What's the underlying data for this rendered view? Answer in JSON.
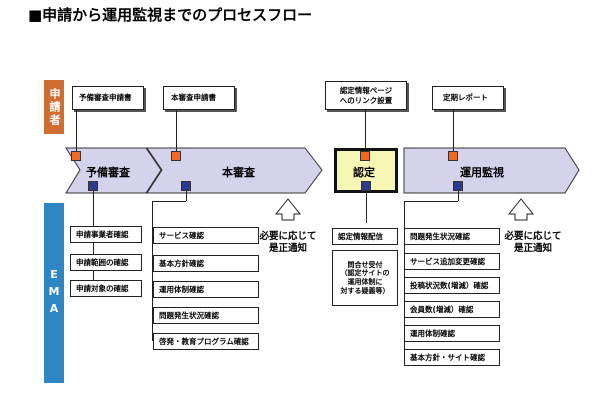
{
  "title": "■申請から運用監視までのプロセスフロー",
  "actors": {
    "applicant": "申請者",
    "ema": "EMA"
  },
  "stages": {
    "prelim": "予備審査",
    "main": "本審査",
    "cert": "認定",
    "monitor": "運用監視"
  },
  "applicant_docs": {
    "prelim": "予備審査申請書",
    "main": "本審査申請書",
    "cert": "認定情報ページ\nへのリンク設置",
    "monitor": "定期レポート"
  },
  "ema_tasks": {
    "prelim": [
      "申請事業者確認",
      "申請範囲の確認",
      "申請対象の確認"
    ],
    "main": [
      "サービス確認",
      "基本方針確認",
      "運用体制確認",
      "問題発生状況確認",
      "啓発・教育プログラム確認"
    ],
    "cert": [
      "認定情報配信",
      "問合せ受付\n（認定サイトの\n運用体制に\n対する疑義等）"
    ],
    "monitor": [
      "問題発生状況確認",
      "サービス追加変更確認",
      "投稿状況数(増減）確認",
      "会員数(増減）確認",
      "運用体制確認",
      "基本方針・サイト確認"
    ]
  },
  "notes": {
    "main": "必要に応じて\n是正通知",
    "monitor": "必要に応じて\n是正通知"
  },
  "colors": {
    "stage_fill": "#d5d3ec",
    "cert_fill": "#f6f7b4",
    "applicant_band": "#cf6e30",
    "ema_band": "#2f86c4",
    "applicant_marker": "#f26a21",
    "ema_marker": "#2e3a8c"
  }
}
